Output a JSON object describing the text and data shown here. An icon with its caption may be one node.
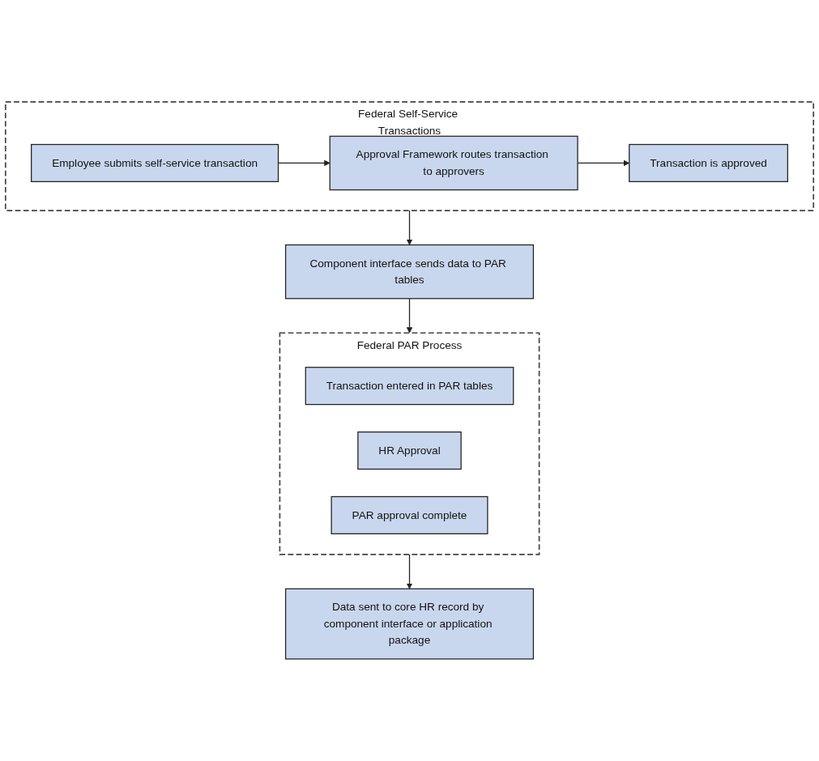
{
  "diagram": {
    "nodes": [
      {
        "text": [
          "Federal Self-Service Transactions"
        ]
      },
      {
        "text": [
          "Employee submits self-service transaction"
        ],
        "in": 0
      },
      {
        "text": [
          "Approval Framework routes transaction to approvers"
        ],
        "in": 0
      },
      {
        "text": [
          "Transaction is approved"
        ],
        "in": 0
      },
      {
        "text": [
          "Component interface sends data to PAR tables"
        ]
      },
      {
        "text": [
          "Federal PAR Process"
        ]
      },
      {
        "text": [
          "Transaction entered in PAR tables"
        ],
        "in": 5
      },
      {
        "text": [
          "HR Approval"
        ],
        "in": 5
      },
      {
        "text": [
          "PAR approval complete"
        ],
        "in": 5
      },
      {
        "text": [
          "Data sent to core HR record by component interface or application package"
        ]
      }
    ],
    "edges": [
      {
        "from": 1,
        "to": 2,
        "arrow": "to"
      },
      {
        "from": 2,
        "to": 3,
        "arrow": "to"
      },
      {
        "from": 0,
        "to": 4,
        "arrow": "to"
      },
      {
        "from": 4,
        "to": 5,
        "arrow": "to"
      },
      {
        "from": 5,
        "to": 9,
        "arrow": "to"
      }
    ]
  }
}
